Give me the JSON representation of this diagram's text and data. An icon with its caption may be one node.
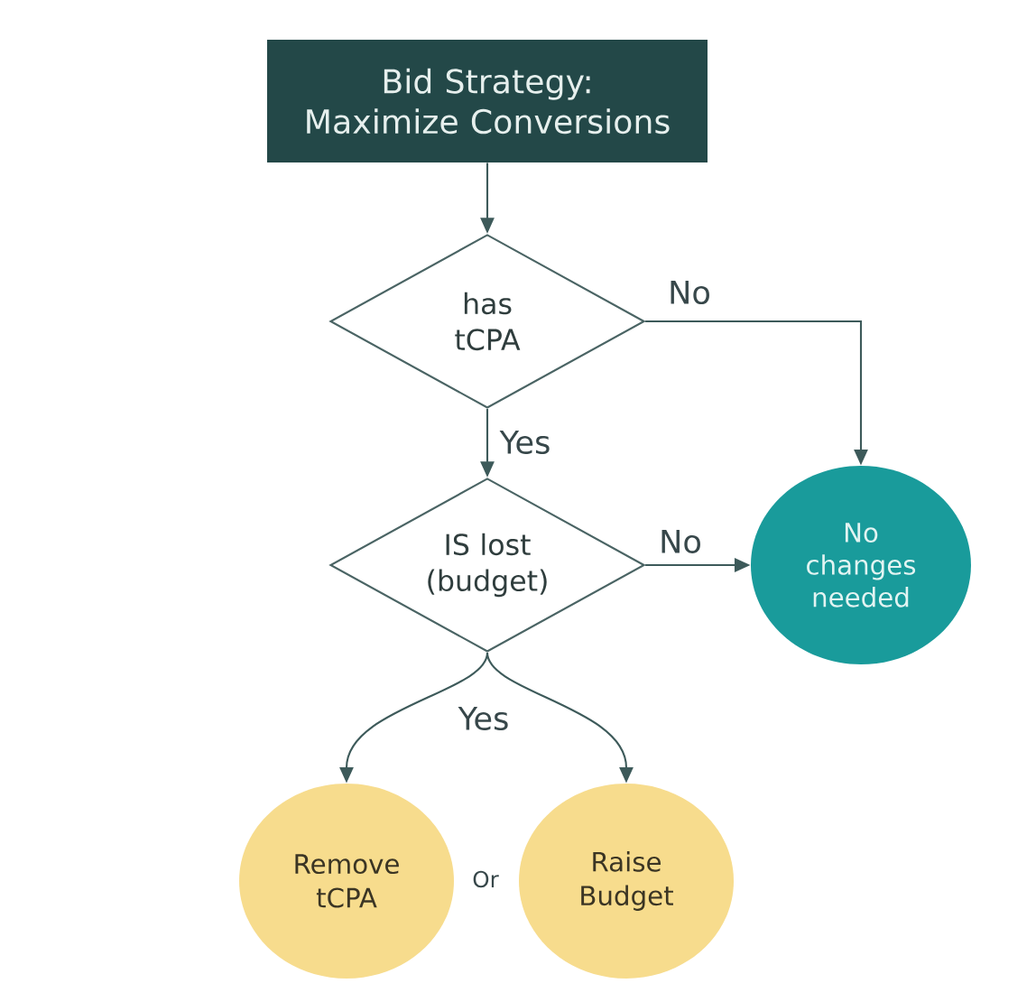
{
  "diagram": {
    "nodes": [
      {
        "text": [
          "Bid Strategy: Maximize Conversions"
        ]
      },
      {
        "text": [
          "has tCPA"
        ]
      },
      {
        "text": [
          "IS lost (budget)"
        ]
      },
      {
        "text": [
          "No changes needed"
        ]
      },
      {
        "text": [
          "Remove tCPA"
        ]
      },
      {
        "text": [
          "Raise Budget"
        ]
      }
    ],
    "edges": [
      {
        "from": 0,
        "to": 1,
        "arrow": "to"
      },
      {
        "from": 1,
        "to": 3,
        "arrow": "to",
        "label": "No"
      },
      {
        "from": 1,
        "to": 2,
        "arrow": "to",
        "label": "Yes"
      },
      {
        "from": 2,
        "to": 3,
        "arrow": "to",
        "label": "No"
      },
      {
        "from": 2,
        "to": 4,
        "arrow": "to",
        "label": "Yes"
      },
      {
        "from": 2,
        "to": 5,
        "arrow": "to"
      }
    ],
    "labels": [
      "Or"
    ]
  }
}
